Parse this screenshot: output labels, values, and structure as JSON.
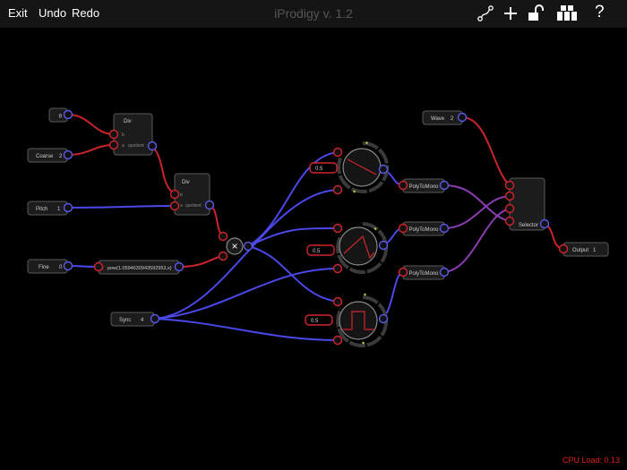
{
  "toolbar": {
    "exit_label": "Exit",
    "undo_label": "Undo",
    "redo_label": "Redo",
    "title": "iProdigy v. 1.2",
    "help_label": "?"
  },
  "nodes": {
    "const_8": {
      "value": "8"
    },
    "coarse": {
      "label": "Coarse",
      "value": "2"
    },
    "pitch": {
      "label": "Pitch",
      "value": "1"
    },
    "fine": {
      "label": "Fine",
      "value": "0"
    },
    "sync": {
      "label": "Sync",
      "value": "4"
    },
    "div1": {
      "title": "Div",
      "in_a": "a",
      "in_b": "b",
      "out": "quotient"
    },
    "div2": {
      "title": "Div",
      "in_a": "a",
      "in_b": "b",
      "out": "quotient"
    },
    "pow": {
      "in_x": "x",
      "expr": "pow(1.0594630943592953,x)"
    },
    "multiply": {
      "symbol": "×"
    },
    "osc1": {
      "value": "0.5"
    },
    "osc2": {
      "value": "0.5"
    },
    "osc3": {
      "value": "0.5"
    },
    "polytomono1": {
      "label": "PolyToMono"
    },
    "polytomono2": {
      "label": "PolyToMono"
    },
    "polytomono3": {
      "label": "PolyToMono"
    },
    "wave": {
      "label": "Wave",
      "value": "2"
    },
    "selector": {
      "label": "Selector"
    },
    "output": {
      "label": "Output",
      "value": "1"
    }
  },
  "status": {
    "cpu_load": "CPU Load: 0.13"
  },
  "colors": {
    "background": "#000000",
    "toolbar": "#151515",
    "node_fill": "#1c1c1c",
    "node_border": "#5a5a5a",
    "wire_red": "#c8242c",
    "wire_blue": "#4a48e8",
    "wire_purple": "#8a3cb0",
    "port_red": "#d0252d",
    "port_blue": "#5a5ae6",
    "dial_tick": "#c9d83a"
  },
  "icons": [
    "patch-cable-icon",
    "plus-icon",
    "unlock-icon",
    "modules-icon",
    "help-icon"
  ]
}
